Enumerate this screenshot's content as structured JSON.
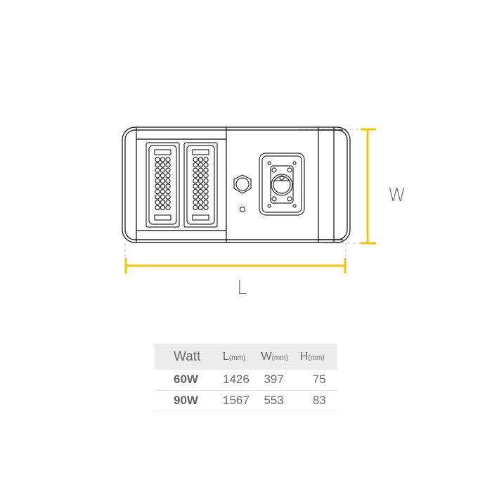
{
  "diagram": {
    "title": "Luminaire top view with dimensions",
    "colors": {
      "outline": "#2a2a2a",
      "dimension_line": "#f2c500",
      "extension_line": "#c8c8c8",
      "label_text": "#6e6e6e",
      "table_header_bg": "#ececec",
      "table_divider": "#e3e3e3"
    },
    "components": [
      {
        "name": "led-module-left",
        "type": "pin-connector-block",
        "pin_columns": 3,
        "pin_rows": 10
      },
      {
        "name": "led-module-right",
        "type": "pin-connector-block",
        "pin_columns": 3,
        "pin_rows": 10
      },
      {
        "name": "cable-gland",
        "type": "hex-nut"
      },
      {
        "name": "indicator-hole",
        "type": "circle"
      },
      {
        "name": "power-connector",
        "type": "flanged-socket",
        "mount_holes": 4
      }
    ],
    "dimensions": {
      "length_label": "L",
      "width_label": "W"
    }
  },
  "spec_table": {
    "headers": {
      "watt": "Watt",
      "l_main": "L",
      "l_unit": "(mm)",
      "w_main": "W",
      "w_unit": "(mm)",
      "h_main": "H",
      "h_unit": "(mm)"
    },
    "rows": [
      {
        "watt": "60W",
        "l": "1426",
        "w": "397",
        "h": "75"
      },
      {
        "watt": "90W",
        "l": "1567",
        "w": "553",
        "h": "83"
      }
    ]
  }
}
